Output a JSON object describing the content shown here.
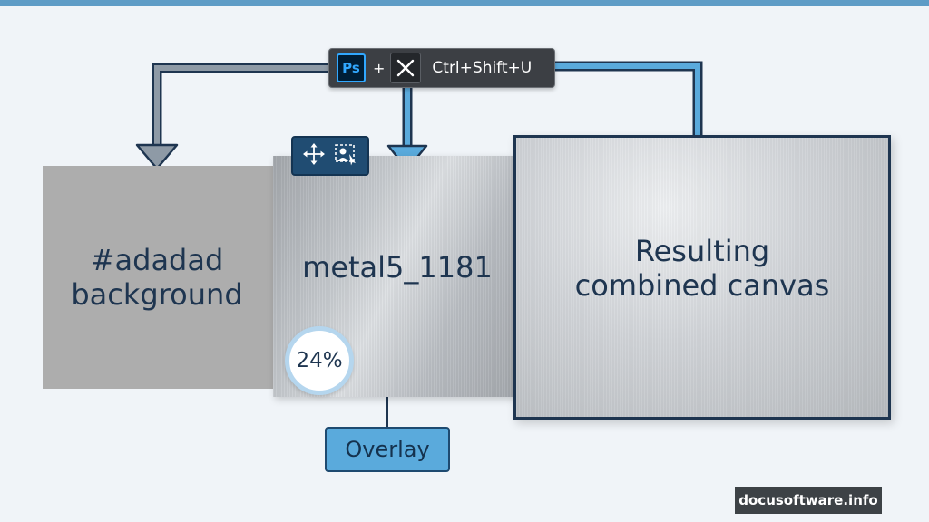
{
  "panels": {
    "background": {
      "text": "#adadad\nbackground",
      "fill": "#adadad"
    },
    "texture": {
      "text": "metal5_1181"
    },
    "result": {
      "text": "Resulting\ncombined canvas"
    }
  },
  "shortcut": {
    "app_icon_label": "Ps",
    "plus": "+",
    "keys": "Ctrl+Shift+U",
    "icons": [
      "photoshop-icon",
      "close-x-icon"
    ]
  },
  "layer_tools": {
    "icons": [
      "move-icon",
      "image-select-icon"
    ]
  },
  "opacity": {
    "value": "24%",
    "fraction": 0.24
  },
  "blend_mode": {
    "label": "Overlay"
  },
  "watermark": {
    "text": "docusoftware.info"
  },
  "colors": {
    "accent_blue": "#5aaadc",
    "arrow_gray": "#8e9aa6",
    "dark_navy": "#1e3550",
    "top_bar": "#5e9cc6"
  }
}
